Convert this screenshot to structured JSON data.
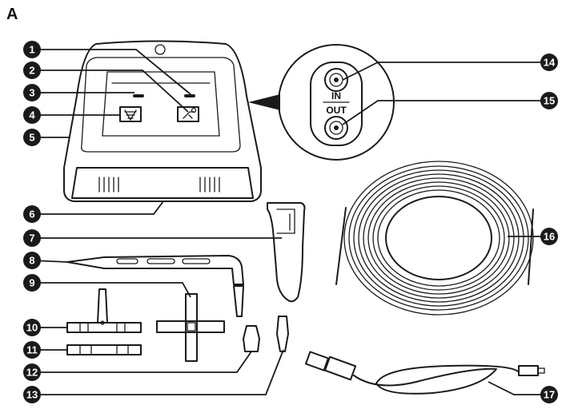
{
  "figure": {
    "letter": "A",
    "ports": {
      "in_label": "IN",
      "out_label": "OUT"
    },
    "callouts": [
      "1",
      "2",
      "3",
      "4",
      "5",
      "6",
      "7",
      "8",
      "9",
      "10",
      "11",
      "12",
      "13",
      "14",
      "15",
      "16",
      "17"
    ]
  },
  "colors": {
    "ink": "#1a1a1a",
    "badge": "#1a1a1a",
    "device_gray": "#d9d9d9",
    "background": "#ffffff"
  }
}
